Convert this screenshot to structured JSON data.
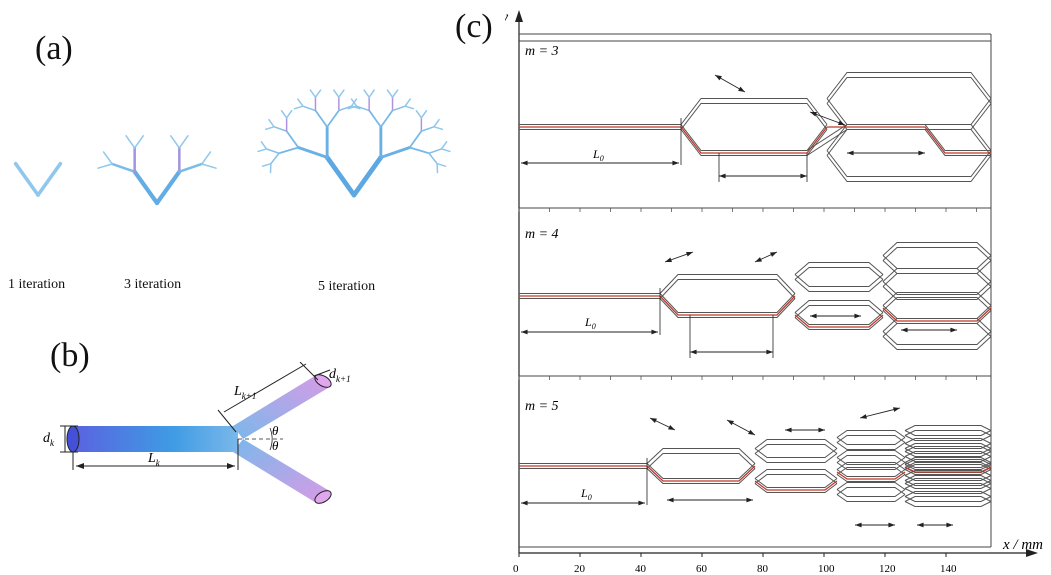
{
  "panels": {
    "a": "(a)",
    "b": "(b)",
    "c": "(c)"
  },
  "trees": [
    {
      "iterations": 1,
      "label": "1  iteration"
    },
    {
      "iterations": 3,
      "label": "3  iteration"
    },
    {
      "iterations": 5,
      "label": "5  iteration"
    }
  ],
  "branch_unit": {
    "d_k": "d",
    "d_k_sub": "k",
    "d_k1": "d",
    "d_k1_sub": "k+1",
    "L_k1": "L",
    "L_k1_sub": "k+1",
    "L_k": "L",
    "L_k_sub": "k",
    "theta": "θ"
  },
  "layouts": [
    {
      "m_label": "m = 3"
    },
    {
      "m_label": "m = 4"
    },
    {
      "m_label": "m = 5"
    }
  ],
  "axis": {
    "y_label": "y",
    "x_label": "x / mm",
    "x_ticks": [
      "0",
      "20",
      "40",
      "60",
      "80",
      "100",
      "120",
      "140"
    ]
  },
  "dimension_labels": {
    "L0": "L",
    "L0_sub": "0"
  },
  "colors": {
    "tree_root": "#1a1ad8",
    "tree_mid": "#4fa0e0",
    "tree_tip_blue": "#8fc8ec",
    "tree_tip_violet": "#c890e0",
    "channel_red": "#c0392b",
    "channel_line": "#555555"
  }
}
